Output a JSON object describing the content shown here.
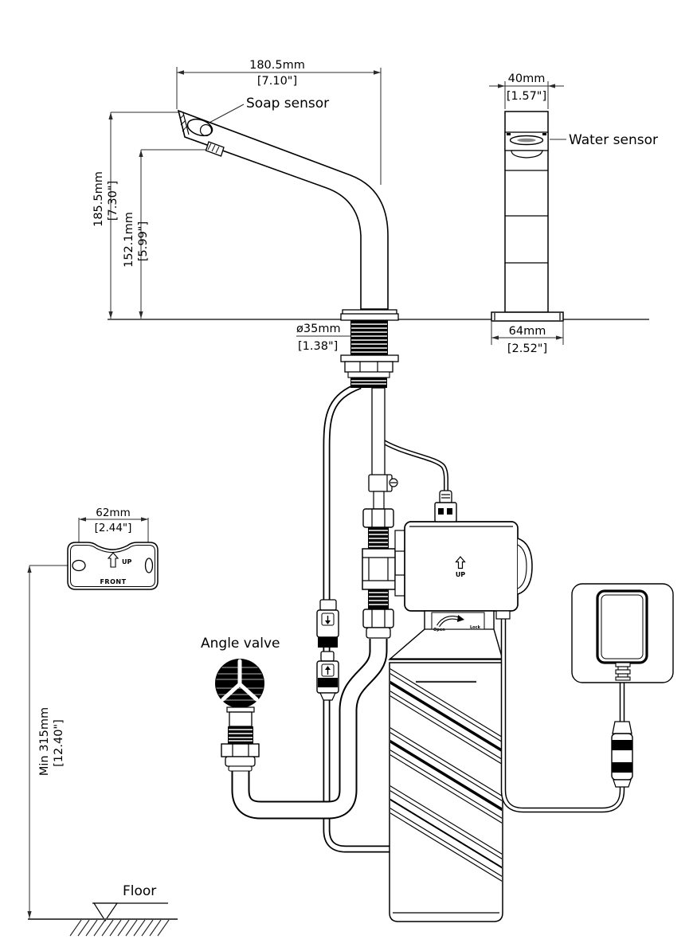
{
  "diagram": {
    "labels": {
      "soap_sensor": "Soap sensor",
      "water_sensor": "Water sensor",
      "angle_valve": "Angle valve",
      "floor": "Floor"
    },
    "dimensions": {
      "spout_reach_mm": "180.5mm",
      "spout_reach_in": "[7.10\"]",
      "spout_height_mm": "185.5mm",
      "spout_height_in": "[7.30\"]",
      "outlet_height_mm": "152.1mm",
      "outlet_height_in": "[5.99\"]",
      "hole_diameter_mm": "ø35mm",
      "hole_diameter_in": "[1.38\"]",
      "sensor_width_mm": "40mm",
      "sensor_width_in": "[1.57\"]",
      "sensor_base_mm": "64mm",
      "sensor_base_in": "[2.52\"]",
      "bracket_holes_mm": "62mm",
      "bracket_holes_in": "[2.44\"]",
      "min_height_mm": "Min 315mm",
      "min_height_in": "[12.40\"]"
    },
    "bracket": {
      "up": "UP",
      "front": "FRONT"
    },
    "control_box": {
      "up": "UP",
      "open": "Open",
      "lock": "Lock"
    },
    "colors": {
      "line": "#000000",
      "background": "#ffffff"
    }
  }
}
